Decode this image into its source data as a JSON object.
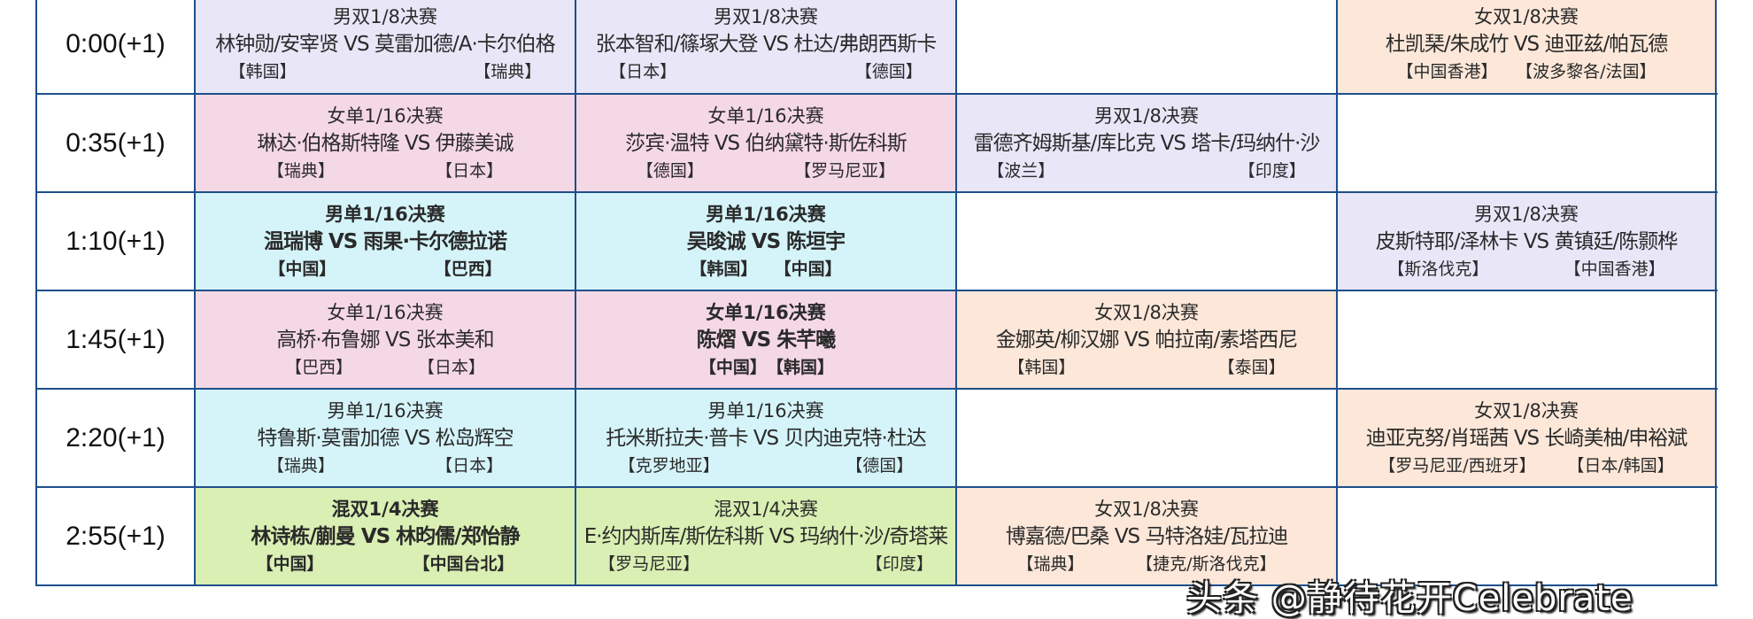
{
  "colors": {
    "lavender": "#e9e6f8",
    "pink": "#f5d8e6",
    "cyan": "#d5f4f9",
    "peach": "#fce7d9",
    "green": "#d9efb3",
    "border": "#1d4f8a"
  },
  "rows": [
    {
      "time": "0:00(+1)",
      "cells": [
        {
          "color": "lavender",
          "bold": false,
          "title": "男双1/8决赛",
          "players": "林钟勋/安宰贤 VS 莫雷加德/A·卡尔伯格",
          "left": "【韩国】",
          "right": "【瑞典】"
        },
        {
          "color": "lavender",
          "bold": false,
          "title": "男双1/8决赛",
          "players": "张本智和/篠塚大登 VS 杜达/弗朗西斯卡",
          "left": "【日本】",
          "right": "【德国】"
        },
        null,
        {
          "color": "peach",
          "bold": false,
          "title": "女双1/8决赛",
          "players": "杜凯琹/朱成竹 VS 迪亚兹/帕瓦德",
          "left": "【中国香港】",
          "right": "【波多黎各/法国】"
        }
      ]
    },
    {
      "time": "0:35(+1)",
      "cells": [
        {
          "color": "pink",
          "bold": false,
          "title": "女单1/16决赛",
          "players": "琳达·伯格斯特隆 VS 伊藤美诚",
          "left": "【瑞典】",
          "right": "【日本】"
        },
        {
          "color": "pink",
          "bold": false,
          "title": "女单1/16决赛",
          "players": "莎宾·温特 VS 伯纳黛特·斯佐科斯",
          "left": "【德国】",
          "right": "【罗马尼亚】"
        },
        {
          "color": "lavender",
          "bold": false,
          "title": "男双1/8决赛",
          "players": "雷德齐姆斯基/库比克 VS 塔卡/玛纳什·沙",
          "left": "【波兰】",
          "right": "【印度】"
        },
        null
      ]
    },
    {
      "time": "1:10(+1)",
      "cells": [
        {
          "color": "cyan",
          "bold": true,
          "title": "男单1/16决赛",
          "players": "温瑞博 VS 雨果·卡尔德拉诺",
          "left": "【中国】",
          "right": "【巴西】"
        },
        {
          "color": "cyan",
          "bold": true,
          "title": "男单1/16决赛",
          "players": "吴晙诚 VS 陈垣宇",
          "left": "【韩国】",
          "right": "【中国】"
        },
        null,
        {
          "color": "lavender",
          "bold": false,
          "title": "男双1/8决赛",
          "players": "皮斯特耶/泽林卡 VS 黄镇廷/陈颢桦",
          "left": "【斯洛伐克】",
          "right": "【中国香港】"
        }
      ]
    },
    {
      "time": "1:45(+1)",
      "cells": [
        {
          "color": "pink",
          "bold": false,
          "title": "女单1/16决赛",
          "players": "高桥·布鲁娜 VS 张本美和",
          "left": "【巴西】",
          "right": "【日本】"
        },
        {
          "color": "pink",
          "bold": true,
          "title": "女单1/16决赛",
          "players": "陈熠 VS 朱芊曦",
          "left": "【中国】",
          "right": "【韩国】"
        },
        {
          "color": "peach",
          "bold": false,
          "title": "女双1/8决赛",
          "players": "金娜英/柳汉娜 VS 帕拉南/素塔西尼",
          "left": "【韩国】",
          "right": "【泰国】"
        },
        null
      ]
    },
    {
      "time": "2:20(+1)",
      "cells": [
        {
          "color": "cyan",
          "bold": false,
          "title": "男单1/16决赛",
          "players": "特鲁斯·莫雷加德 VS 松岛辉空",
          "left": "【瑞典】",
          "right": "【日本】"
        },
        {
          "color": "cyan",
          "bold": false,
          "title": "男单1/16决赛",
          "players": "托米斯拉夫·普卡 VS 贝内迪克特·杜达",
          "left": "【克罗地亚】",
          "right": "【德国】"
        },
        null,
        {
          "color": "peach",
          "bold": false,
          "title": "女双1/8决赛",
          "players": "迪亚克努/肖瑶茜 VS 长崎美柚/申裕斌",
          "left": "【罗马尼亚/西班牙】",
          "right": "【日本/韩国】"
        }
      ]
    },
    {
      "time": "2:55(+1)",
      "cells": [
        {
          "color": "green",
          "bold": true,
          "title": "混双1/4决赛",
          "players": "林诗栋/蒯曼 VS 林昀儒/郑怡静",
          "left": "【中国】",
          "right": "【中国台北】"
        },
        {
          "color": "green",
          "bold": false,
          "title": "混双1/4决赛",
          "players": "E·约内斯库/斯佐科斯 VS 玛纳什·沙/奇塔莱",
          "left": "【罗马尼亚】",
          "right": "【印度】"
        },
        {
          "color": "peach",
          "bold": false,
          "title": "女双1/8决赛",
          "players": "博嘉德/巴桑 VS 马特洛娃/瓦拉迪",
          "left": "【瑞典】",
          "right": "【捷克/斯洛伐克】"
        },
        null
      ]
    }
  ],
  "watermark": "头条 @静待花开Celebrate"
}
